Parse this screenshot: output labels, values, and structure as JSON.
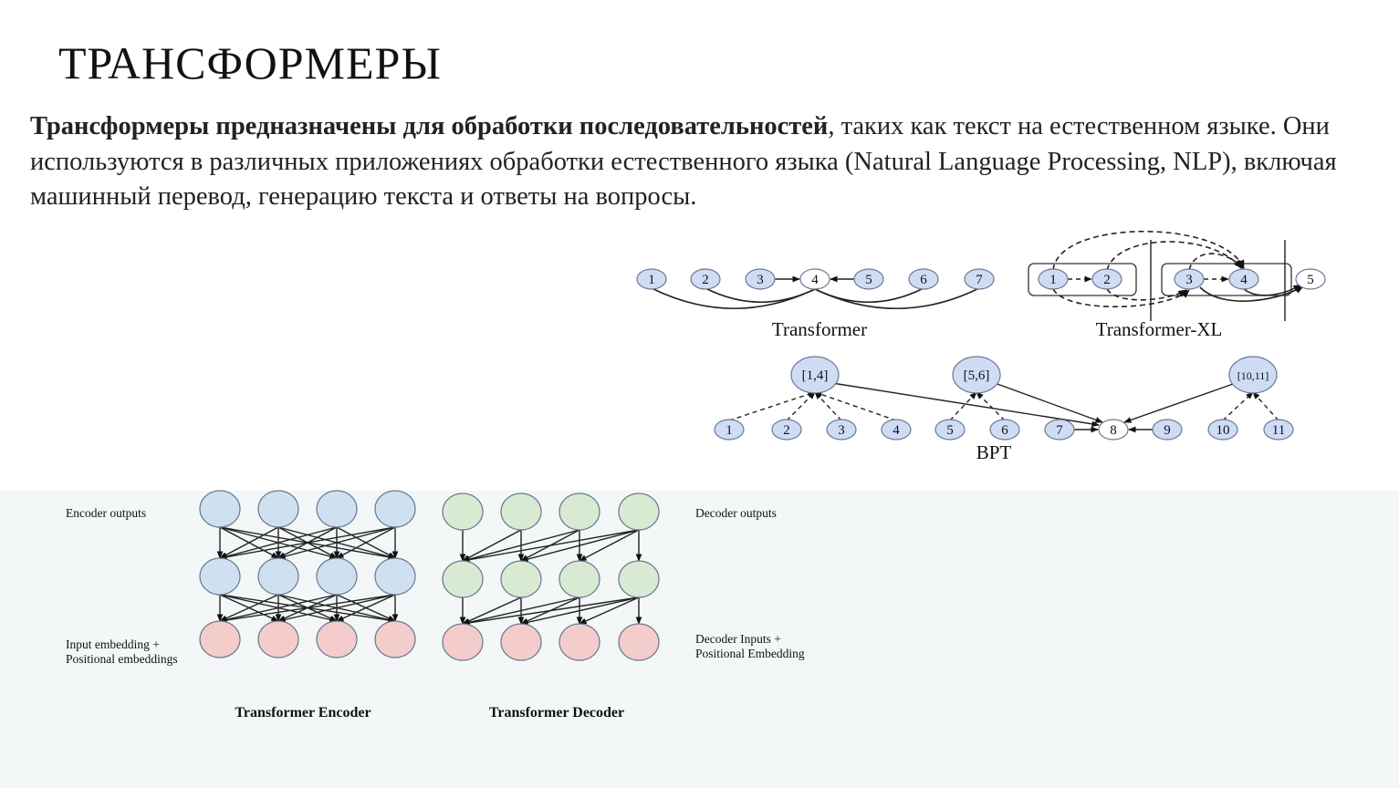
{
  "slide": {
    "title": "ТРАНСФОРМЕРЫ",
    "paragraph_bold": "Трансформеры предназначены для обработки последовательностей",
    "paragraph_rest": ", таких как текст на естественном языке. Они используются в различных приложениях обработки естественного языка (Natural Language Processing,  NLP), включая машинный перевод, генерацию текста и ответы на вопросы."
  },
  "attention_diagram": {
    "transformer": {
      "label": "Transformer",
      "nodes": [
        "1",
        "2",
        "3",
        "4",
        "5",
        "6",
        "7"
      ]
    },
    "transformer_xl": {
      "label": "Transformer-XL",
      "nodes": [
        "1",
        "2",
        "3",
        "4",
        "5"
      ]
    },
    "bpt": {
      "label": "BPT",
      "spans": [
        "[1,4]",
        "[5,6]",
        "[10,11]"
      ],
      "nodes": [
        "1",
        "2",
        "3",
        "4",
        "5",
        "6",
        "7",
        "8",
        "9",
        "10",
        "11"
      ]
    }
  },
  "encoder_decoder": {
    "encoder_outputs": "Encoder outputs",
    "input_embedding_1": "Input embedding +",
    "input_embedding_2": "Positional embeddings",
    "decoder_outputs": "Decoder outputs",
    "decoder_inputs_1": "Decoder Inputs +",
    "decoder_inputs_2": "Positional Embedding",
    "encoder_title": "Transformer Encoder",
    "decoder_title": "Transformer Decoder"
  },
  "colors": {
    "node_blue": "#cfdcf5",
    "enc_blue": "#cfe0f1",
    "dec_green": "#d9ead3",
    "embed_pink": "#f4cccc",
    "bg_bottom": "#f3f7f8"
  }
}
